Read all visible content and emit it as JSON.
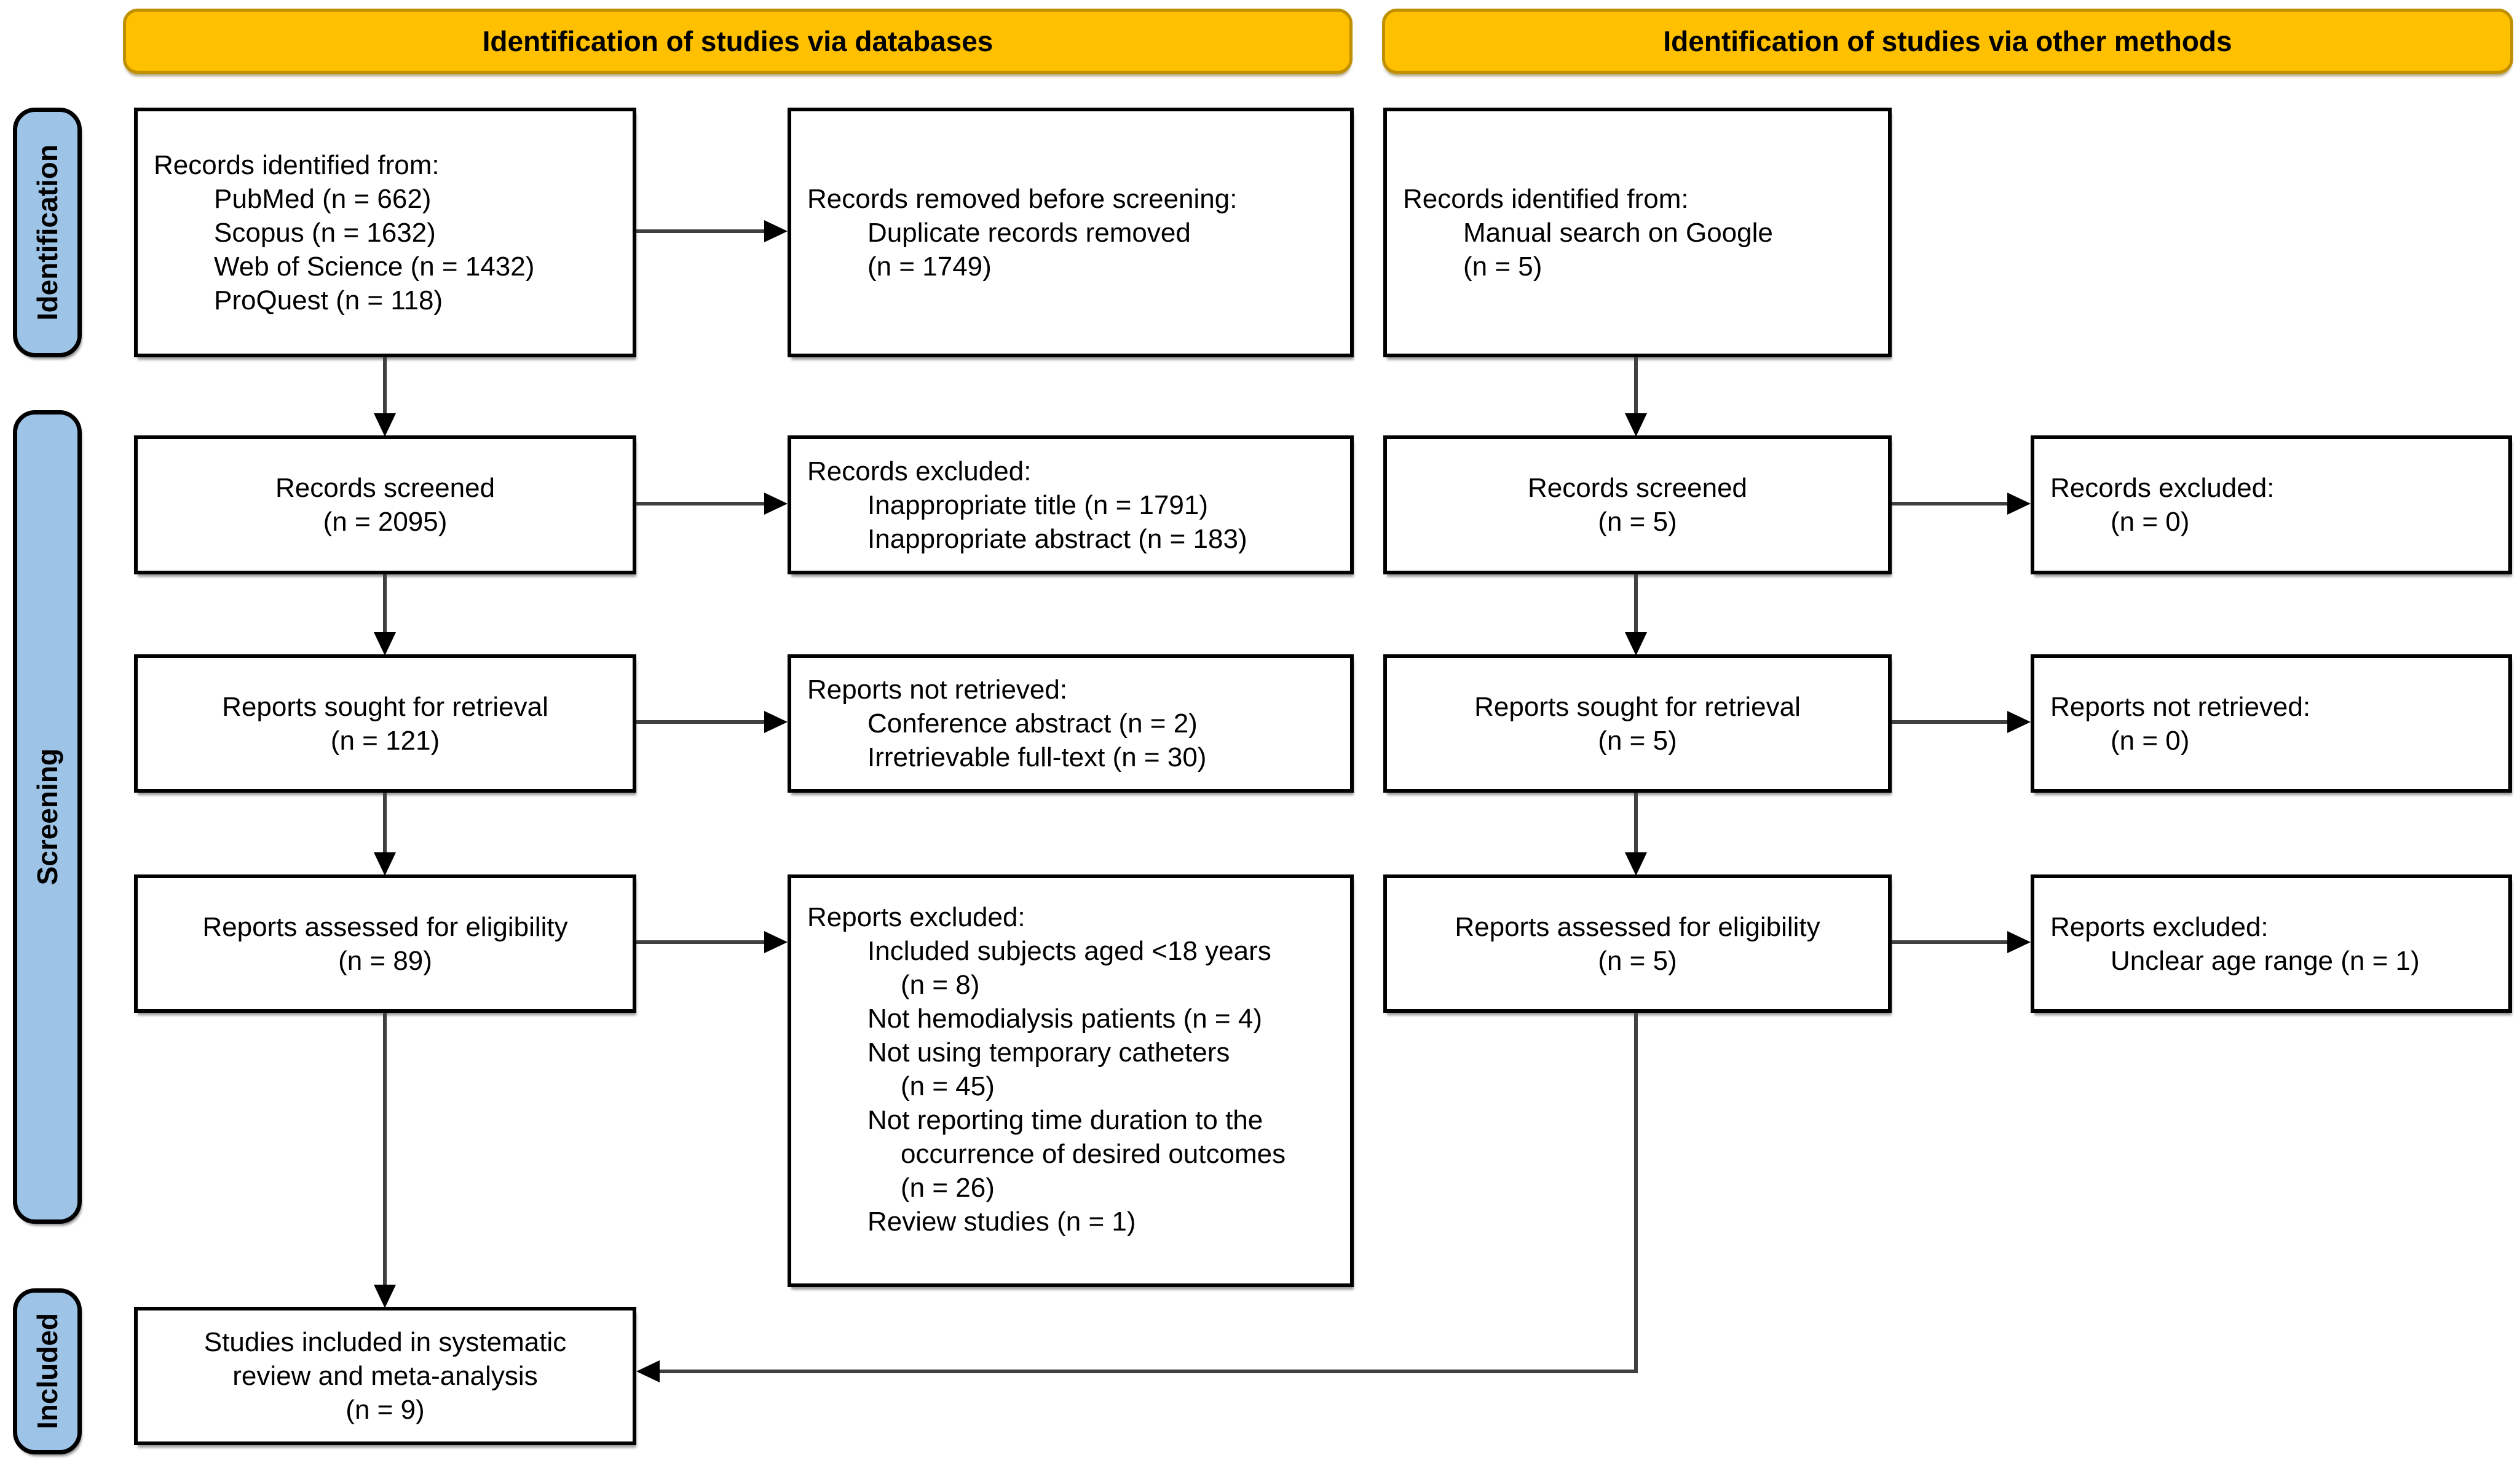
{
  "headers": {
    "databases": "Identification of studies via databases",
    "other": "Identification of studies via other methods"
  },
  "stages": {
    "identification": "Identification",
    "screening": "Screening",
    "included": "Included"
  },
  "colors": {
    "header_bg": "#FFC000",
    "header_border": "#BF9000",
    "stage_bg": "#9DC3E6",
    "box_border": "#000000",
    "arrow": "#3f3f3f"
  },
  "boxes": {
    "db_identified": {
      "lines": [
        {
          "text": "Records identified from:"
        },
        {
          "text": "PubMed (n = 662)"
        },
        {
          "text": "Scopus (n = 1632)"
        },
        {
          "text": "Web of Science (n = 1432)"
        },
        {
          "text": "ProQuest (n = 118)"
        }
      ]
    },
    "db_removed": {
      "lines": [
        {
          "text": "Records removed before screening:"
        },
        {
          "text": "Duplicate records removed"
        },
        {
          "text": "(n = 1749)"
        }
      ]
    },
    "other_identified": {
      "lines": [
        {
          "text": "Records identified from:"
        },
        {
          "text": "Manual search on Google"
        },
        {
          "text": "(n = 5)"
        }
      ]
    },
    "db_screened": {
      "lines": [
        {
          "text": "Records screened"
        },
        {
          "text": "(n = 2095)"
        }
      ]
    },
    "db_screen_excluded": {
      "lines": [
        {
          "text": "Records excluded:"
        },
        {
          "text": "Inappropriate title (n = 1791)"
        },
        {
          "text": "Inappropriate abstract (n = 183)"
        }
      ]
    },
    "other_screened": {
      "lines": [
        {
          "text": "Records screened"
        },
        {
          "text": "(n = 5)"
        }
      ]
    },
    "other_screen_excluded": {
      "lines": [
        {
          "text": "Records excluded:"
        },
        {
          "text": "(n = 0)"
        }
      ]
    },
    "db_sought": {
      "lines": [
        {
          "text": "Reports sought for retrieval"
        },
        {
          "text": "(n = 121)"
        }
      ]
    },
    "db_not_retrieved": {
      "lines": [
        {
          "text": "Reports not retrieved:"
        },
        {
          "text": "Conference abstract (n = 2)"
        },
        {
          "text": "Irretrievable full-text (n = 30)"
        }
      ]
    },
    "other_sought": {
      "lines": [
        {
          "text": "Reports sought for retrieval"
        },
        {
          "text": "(n = 5)"
        }
      ]
    },
    "other_not_retrieved": {
      "lines": [
        {
          "text": "Reports not retrieved:"
        },
        {
          "text": "(n = 0)"
        }
      ]
    },
    "db_assessed": {
      "lines": [
        {
          "text": "Reports assessed for eligibility"
        },
        {
          "text": "(n = 89)"
        }
      ]
    },
    "db_assess_excluded": {
      "lines": [
        {
          "text": "Reports excluded:"
        },
        {
          "text": "Included subjects aged <18 years"
        },
        {
          "text": "(n = 8)"
        },
        {
          "text": "Not hemodialysis patients (n = 4)"
        },
        {
          "text": "Not using temporary catheters"
        },
        {
          "text": "(n = 45)"
        },
        {
          "text": "Not reporting time duration to the"
        },
        {
          "text": "occurrence of desired outcomes"
        },
        {
          "text": "(n = 26)"
        },
        {
          "text": "Review studies (n = 1)"
        }
      ]
    },
    "other_assessed": {
      "lines": [
        {
          "text": "Reports assessed for eligibility"
        },
        {
          "text": "(n = 5)"
        }
      ]
    },
    "other_assess_excluded": {
      "lines": [
        {
          "text": "Reports excluded:"
        },
        {
          "text": "Unclear age range (n = 1)"
        }
      ]
    },
    "included": {
      "lines": [
        {
          "text": "Studies included in systematic"
        },
        {
          "text": "review and meta-analysis"
        },
        {
          "text": "(n = 9)"
        }
      ]
    }
  }
}
